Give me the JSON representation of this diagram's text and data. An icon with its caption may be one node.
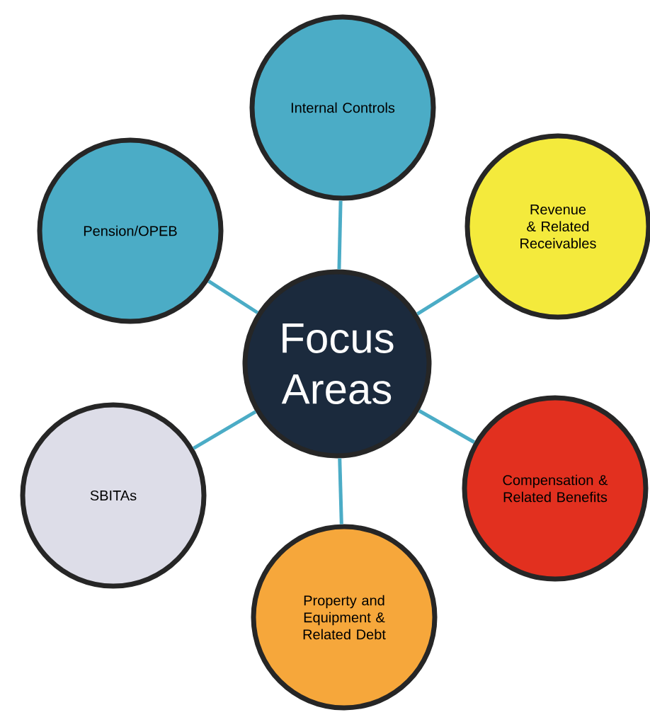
{
  "diagram": {
    "nodes": [
      {
        "text": [
          "Focus Areas"
        ]
      },
      {
        "text": [
          "Internal Controls"
        ]
      },
      {
        "text": [
          "Revenue & Related Receivables"
        ]
      },
      {
        "text": [
          "Compensation & Related Benefits"
        ]
      },
      {
        "text": [
          "Property and Equipment & Related Debt"
        ]
      },
      {
        "text": [
          "SBITAs"
        ]
      },
      {
        "text": [
          "Pension/OPEB"
        ]
      }
    ],
    "edges": [
      {
        "from": 0,
        "to": 1,
        "arrow": "none"
      },
      {
        "from": 0,
        "to": 2,
        "arrow": "none"
      },
      {
        "from": 0,
        "to": 3,
        "arrow": "none"
      },
      {
        "from": 0,
        "to": 4,
        "arrow": "none"
      },
      {
        "from": 0,
        "to": 5,
        "arrow": "none"
      },
      {
        "from": 0,
        "to": 6,
        "arrow": "none"
      }
    ]
  }
}
